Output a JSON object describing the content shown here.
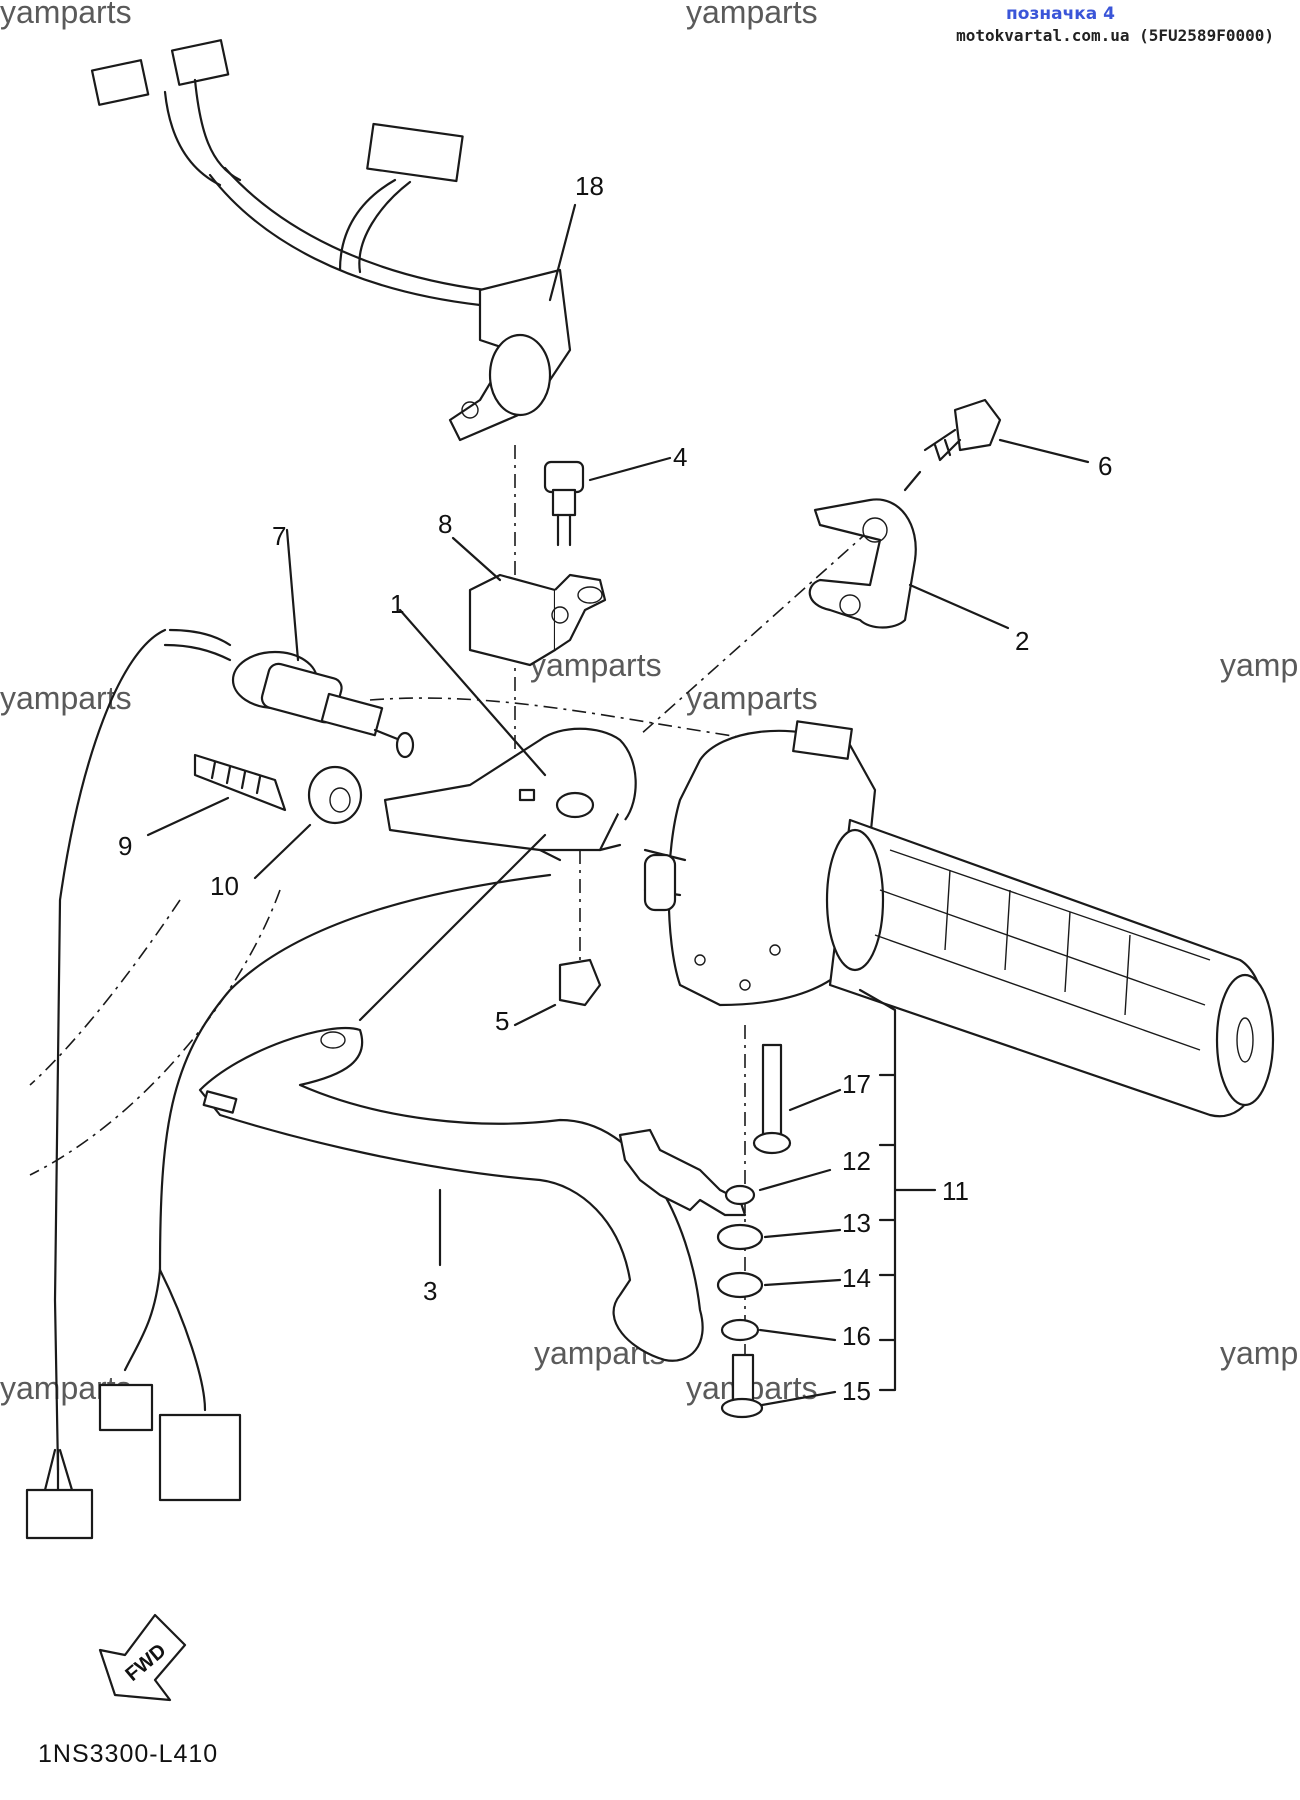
{
  "header": {
    "tag": "позначка 4",
    "site": "motokvartal.com.ua (5FU2589F0000)"
  },
  "watermark": "yamparts",
  "watermark_partial": "yamp",
  "callouts": [
    "1",
    "2",
    "3",
    "4",
    "5",
    "6",
    "7",
    "8",
    "9",
    "10",
    "11",
    "12",
    "13",
    "14",
    "15",
    "16",
    "17",
    "18"
  ],
  "fwd_label": "FWD",
  "diagram_code": "1NS3300-L410"
}
